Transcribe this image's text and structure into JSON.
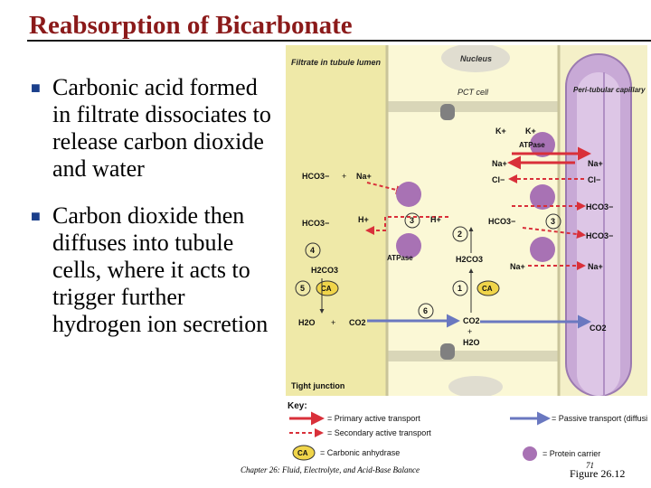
{
  "slide": {
    "title": "Reabsorption of Bicarbonate",
    "bullets": [
      "Carbonic acid formed in filtrate dissociates to release carbon dioxide and water",
      "Carbon dioxide then diffuses into tubule cells, where it acts to trigger further hydrogen ion secretion"
    ],
    "footer": "Chapter 26: Fluid, Electrolyte, and Acid-Base Balance",
    "page_number": "71",
    "figure_ref": "Figure 26.12"
  },
  "figure": {
    "filtrate_label": "Filtrate in tubule lumen",
    "nucleus": "Nucleus",
    "pct_cell": "PCT cell",
    "capillary": "Peri-tubular capillary",
    "tight_junction": "Tight junction",
    "atpase": "ATPase",
    "k_plus": "K+",
    "na_plus": "Na+",
    "cl_minus": "Cl−",
    "hco3": "HCO3−",
    "h_plus": "H+",
    "h2co3": "H2CO3",
    "h2o": "H2O",
    "co2": "CO2",
    "plus": "+",
    "ca": "CA",
    "steps": [
      "1",
      "2",
      "3",
      "4",
      "5",
      "6"
    ],
    "key": {
      "title": "Key:",
      "primary": "= Primary active transport",
      "secondary": "= Secondary active transport",
      "passive": "= Passive transport (diffusion)",
      "carrier": "= Protein carrier",
      "ca": "= Carbonic anhydrase"
    },
    "colors": {
      "primary": "#d9303a",
      "passive": "#6a78c0",
      "carrier": "#a872b4",
      "capillary": "#c8a9d6",
      "ca": "#f0d54a"
    }
  }
}
